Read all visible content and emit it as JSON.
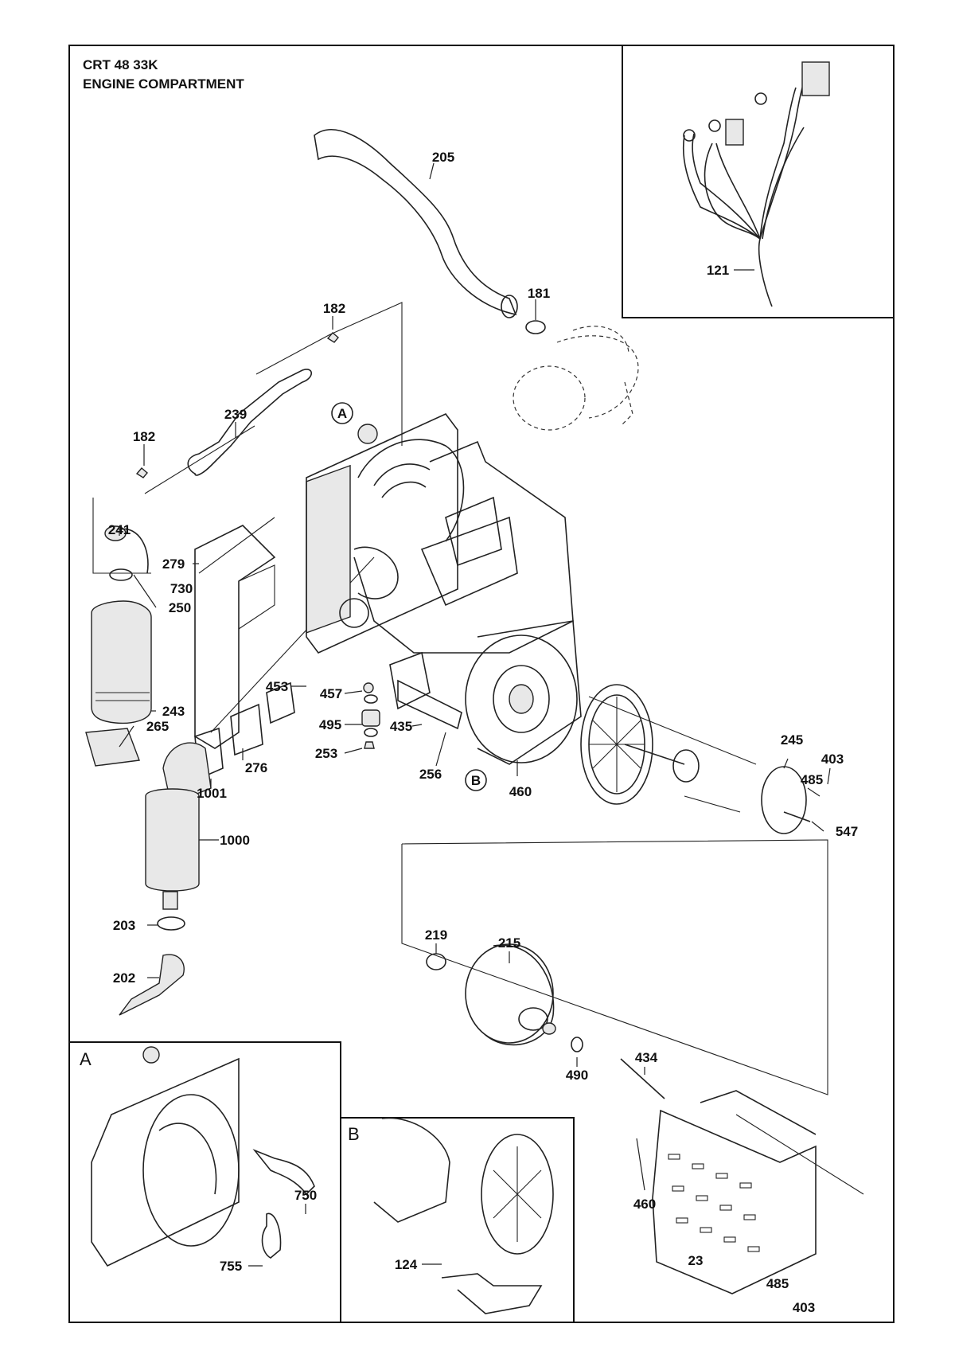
{
  "header": {
    "model": "CRT 48 33K",
    "section": "ENGINE COMPARTMENT"
  },
  "insets": {
    "A": "A",
    "B": "B"
  },
  "callouts": {
    "A": "A",
    "B": "B"
  },
  "parts": [
    {
      "num": "205"
    },
    {
      "num": "121"
    },
    {
      "num": "181"
    },
    {
      "num": "182"
    },
    {
      "num": "239"
    },
    {
      "num": "182"
    },
    {
      "num": "241"
    },
    {
      "num": "279"
    },
    {
      "num": "730"
    },
    {
      "num": "250"
    },
    {
      "num": "243"
    },
    {
      "num": "265"
    },
    {
      "num": "453"
    },
    {
      "num": "457"
    },
    {
      "num": "495"
    },
    {
      "num": "435"
    },
    {
      "num": "253"
    },
    {
      "num": "256"
    },
    {
      "num": "460"
    },
    {
      "num": "245"
    },
    {
      "num": "485"
    },
    {
      "num": "403"
    },
    {
      "num": "547"
    },
    {
      "num": "276"
    },
    {
      "num": "1001"
    },
    {
      "num": "1000"
    },
    {
      "num": "203"
    },
    {
      "num": "202"
    },
    {
      "num": "219"
    },
    {
      "num": "215"
    },
    {
      "num": "434"
    },
    {
      "num": "490"
    },
    {
      "num": "460"
    },
    {
      "num": "23"
    },
    {
      "num": "485"
    },
    {
      "num": "403"
    },
    {
      "num": "750"
    },
    {
      "num": "755"
    },
    {
      "num": "124"
    }
  ]
}
